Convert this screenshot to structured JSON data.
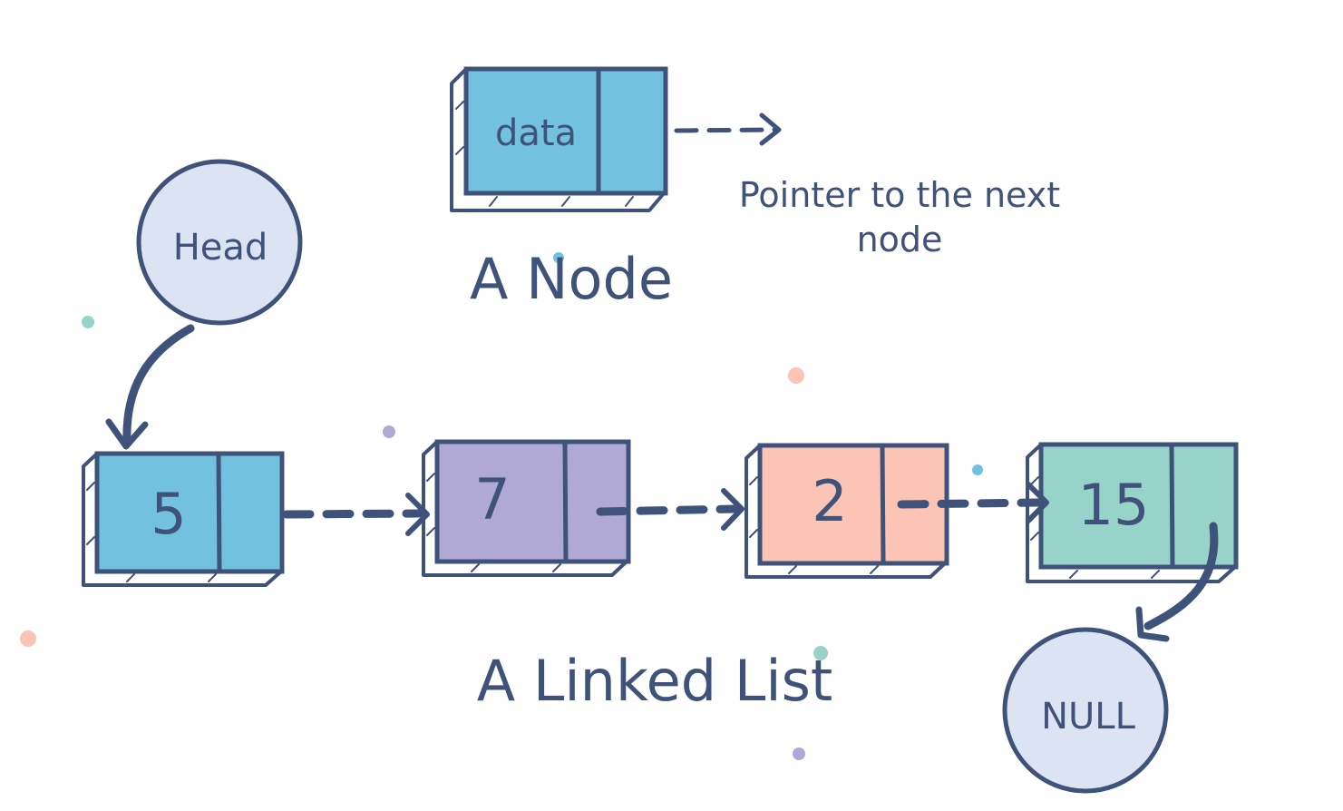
{
  "node_legend": {
    "data_label": "data",
    "pointer_label_line1": "Pointer to the next",
    "pointer_label_line2": "node",
    "caption": "A Node",
    "fill_color": "#72c2df"
  },
  "head": {
    "label": "Head",
    "fill_color": "#dce3f3"
  },
  "linked_list": {
    "caption": "A Linked List",
    "nodes": [
      {
        "value": "5",
        "fill_color": "#72c2df"
      },
      {
        "value": "7",
        "fill_color": "#b0a9d5"
      },
      {
        "value": "2",
        "fill_color": "#fcc4b4"
      },
      {
        "value": "15",
        "fill_color": "#98d3c9"
      }
    ]
  },
  "null_node": {
    "label": "NULL",
    "fill_color": "#dce3f3"
  },
  "colors": {
    "outline": "#3f5279",
    "dot_teal": "#98d3c9",
    "dot_orange": "#fcc4b4",
    "dot_purple": "#b0a9d5",
    "dot_blue": "#72c2df"
  }
}
